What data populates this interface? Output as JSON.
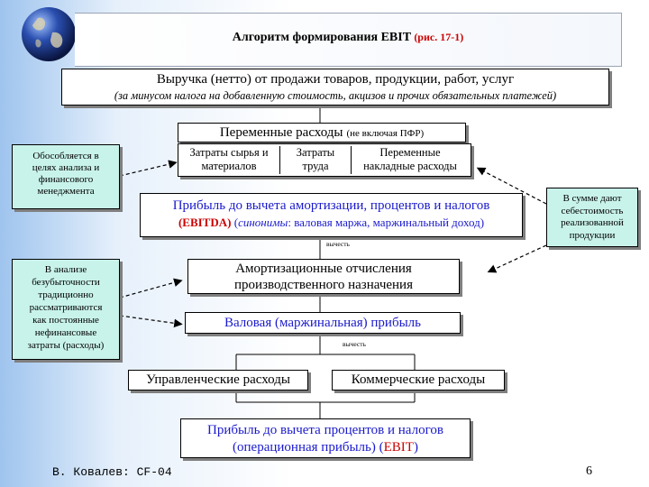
{
  "slide": {
    "title_main": "Алгоритм формирования EBIT",
    "title_ref": "(рис. 17-1)",
    "revenue": {
      "line1": "Выручка (нетто) от продажи товаров, продукции, работ, услуг",
      "line2": "(за минусом налога на добавленную стоимость, акцизов и прочих обязательных платежей)"
    },
    "variable_costs": {
      "main": "Переменные расходы",
      "note": "(не включая ПФР)"
    },
    "components": {
      "raw": [
        "Затраты сырья и",
        "материалов"
      ],
      "labor": [
        "Затраты",
        "труда"
      ],
      "overhead": [
        "Переменные",
        "накладные расходы"
      ]
    },
    "ebitda": {
      "line1": "Прибыль до вычета амортизации, процентов и налогов",
      "abbr": "(EBITDA)",
      "syn_label": "синонимы",
      "syn_rest": ": валовая маржа, маржинальный доход)",
      "syn_open": "("
    },
    "minus1": "вычесть",
    "minus2": "вычесть",
    "depreciation": [
      "Амортизационные отчисления",
      "производственного назначения"
    ],
    "gross_profit": "Валовая (маржинальная) прибыль",
    "admin": "Управленческие расходы",
    "commercial": "Коммерческие расходы",
    "ebit": {
      "line1": "Прибыль до вычета процентов и налогов",
      "line2a": "(операционная прибыль) (",
      "abbr": "EBIT",
      "line2b": ")"
    },
    "left_note1": [
      "Обособляется в",
      "целях анализа и",
      "финансового",
      "менеджмента"
    ],
    "left_note2": [
      "В анализе",
      "безубыточности",
      "традиционно",
      "рассматриваются",
      "как постоянные",
      "нефинансовые",
      "затраты (расходы)"
    ],
    "right_note": [
      "В сумме дают",
      "себестоимость",
      "реализованной",
      "продукции"
    ],
    "footer_author": "В. Ковалев: CF-04",
    "page_number": "6"
  },
  "colors": {
    "text_blue": "#1a1acc",
    "text_red": "#cc0000",
    "note_fill": "#c8f3ea"
  },
  "icons": {
    "logo": "globe-icon"
  }
}
